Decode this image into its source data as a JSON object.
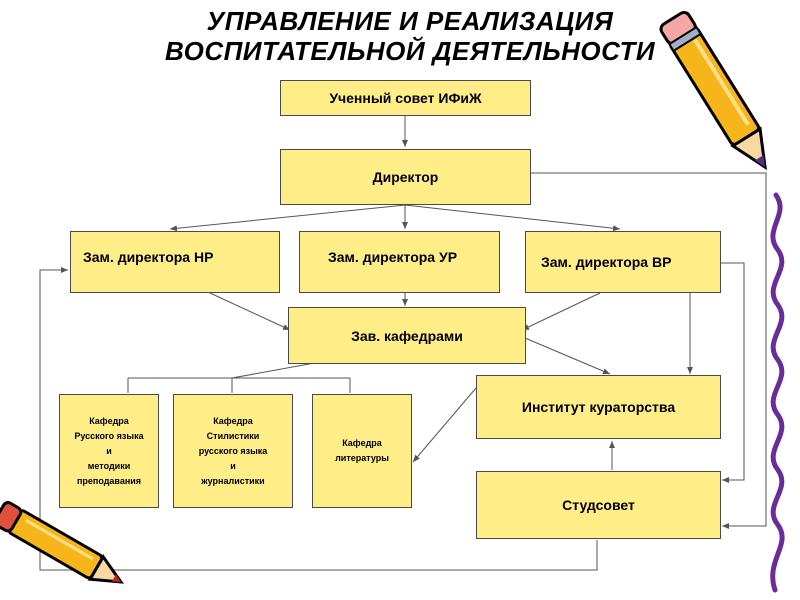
{
  "title": {
    "line1": "УПРАВЛЕНИЕ И РЕАЛИЗАЦИЯ",
    "line2": "ВОСПИТАТЕЛЬНОЙ ДЕЯТЕЛЬНОСТИ"
  },
  "nodes": {
    "council": "Ученный совет ИФиЖ",
    "director": "Директор",
    "deputy_nr": "Зам. директора НР",
    "deputy_ur": "Зам. директора УР",
    "deputy_vr": "Зам. директора ВР",
    "heads": "Зав. кафедрами",
    "dept_russian": [
      "Кафедра",
      "Русского языка",
      "и",
      "методики",
      "преподавания"
    ],
    "dept_stylistics": [
      "Кафедра",
      "Стилистики",
      "русского языка",
      "и",
      "журналистики"
    ],
    "dept_literature": [
      "Кафедра",
      "литературы"
    ],
    "curators": "Институт кураторства",
    "student_council": "Студсовет"
  },
  "colors": {
    "box_fill": "#ffee88",
    "box_border": "#4a4a4a",
    "connector": "#555555"
  },
  "icons": [
    "pencil-icon",
    "pencil-icon",
    "purple-squiggle-icon"
  ]
}
